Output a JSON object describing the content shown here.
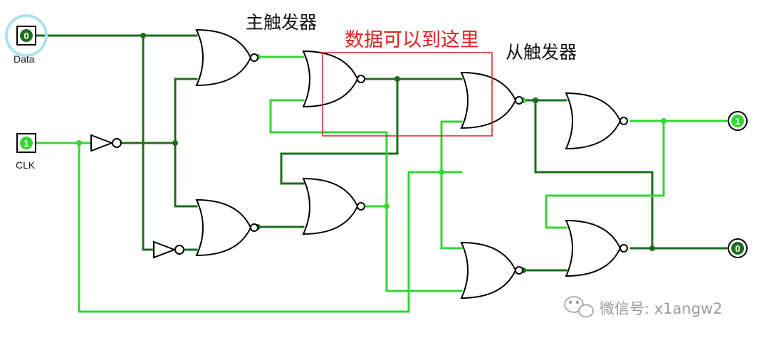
{
  "labels": {
    "master": "主触发器",
    "slave": "从触发器",
    "annotation": "数据可以到这里",
    "watermark": "微信号: x1angw2"
  },
  "inputs": [
    {
      "name": "Data",
      "value": "0"
    },
    {
      "name": "CLK",
      "value": "1"
    }
  ],
  "outputs": [
    {
      "value": "1"
    },
    {
      "value": "0"
    }
  ],
  "colors": {
    "wire_low": "#1c6e1c",
    "wire_high": "#33d633",
    "gate_stroke": "#000000",
    "annotation_box": "#e02020",
    "selection_halo": "#a8e4ec"
  }
}
